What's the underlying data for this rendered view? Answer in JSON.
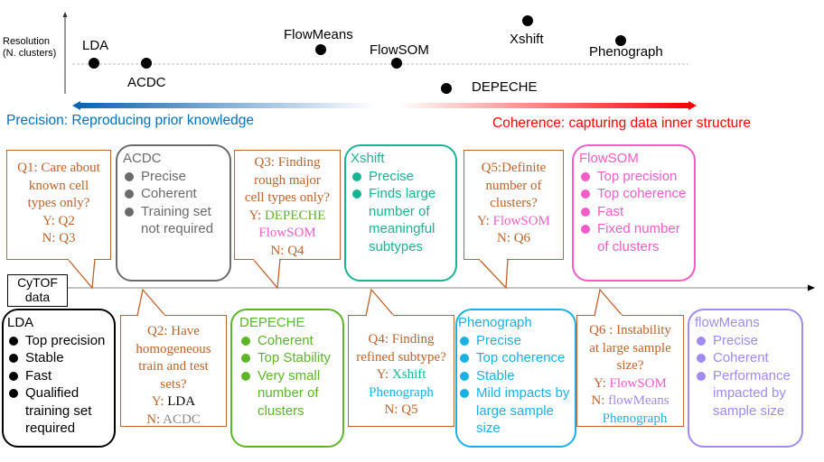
{
  "top_chart": {
    "y_axis_label": [
      "Resolution",
      "(N. clusters)"
    ],
    "methods": [
      {
        "name": "LDA",
        "resolution": "baseline"
      },
      {
        "name": "ACDC",
        "resolution": "baseline"
      },
      {
        "name": "FlowMeans",
        "resolution": "above baseline"
      },
      {
        "name": "FlowSOM",
        "resolution": "baseline"
      },
      {
        "name": "DEPECHE",
        "resolution": "below baseline"
      },
      {
        "name": "Xshift",
        "resolution": "highest"
      },
      {
        "name": "Phenograph",
        "resolution": "above baseline"
      }
    ],
    "precision_arrow_label": "Precision: Reproducing prior knowledge",
    "coherence_arrow_label": "Coherence: capturing data inner structure",
    "colors": {
      "precision": "#0070c0",
      "coherence": "#ff0000"
    }
  },
  "timeline": {
    "start_label": [
      "CyTOF",
      "data"
    ]
  },
  "questions": {
    "q1": {
      "lines": [
        "Q1: Care about",
        "known cell",
        "types only?",
        "Y: Q2",
        "N: Q3"
      ]
    },
    "q2": {
      "lines": [
        "Q2: Have",
        "homogeneous",
        "train and test",
        "sets?"
      ],
      "yes_prefix": "Y: ",
      "yes": "LDA",
      "no_prefix": "N: ",
      "no": "ACDC"
    },
    "q3": {
      "lines": [
        "Q3: Finding",
        "rough major",
        "cell types only?"
      ],
      "yes_prefix": "Y: ",
      "yes": [
        "DEPECHE",
        "FlowSOM"
      ],
      "no": "N: Q4"
    },
    "q4": {
      "lines": [
        "Q4: Finding",
        "refined subtype?"
      ],
      "yes_prefix": "Y: ",
      "yes": [
        "Xshift",
        "Phenograph"
      ],
      "no": "N: Q5"
    },
    "q5": {
      "lines": [
        "Q5:Definite",
        "number of",
        "clusters?"
      ],
      "yes_prefix": "Y: ",
      "yes": "FlowSOM",
      "no": "N: Q6"
    },
    "q6": {
      "lines": [
        "Q6 : Instability",
        "at large sample",
        "size?"
      ],
      "yes_prefix": "Y: ",
      "yes": "FlowSOM",
      "no_prefix": "N: ",
      "no": [
        "flowMeans",
        "Phenograph"
      ]
    }
  },
  "methods": {
    "acdc": {
      "title": "ACDC",
      "color": "#6b6b6b",
      "items": [
        "Precise",
        "Coherent",
        "Training set not required"
      ]
    },
    "xshift": {
      "title": "Xshift",
      "color": "#1ab394",
      "items": [
        "Precise",
        "Finds large number of meaningful subtypes"
      ]
    },
    "flowsom": {
      "title": "FlowSOM",
      "color": "#f25dc9",
      "items": [
        "Top precision",
        "Top coherence",
        "Fast",
        "Fixed number of clusters"
      ]
    },
    "lda": {
      "title": "LDA",
      "color": "#000000",
      "items": [
        "Top precision",
        "Stable",
        "Fast",
        "Qualified training set required"
      ]
    },
    "depeche": {
      "title": "DEPECHE",
      "color": "#5db52a",
      "items": [
        "Coherent",
        "Top Stability",
        "Very small number of clusters"
      ]
    },
    "phenograph": {
      "title": "Phenograph",
      "color": "#1ab0e6",
      "items": [
        "Precise",
        "Top coherence",
        "Stable",
        "Mild impacts by large sample size"
      ]
    },
    "flowmeans": {
      "title": "flowMeans",
      "color": "#a18af0",
      "items": [
        "Precise",
        "Coherent",
        "Performance impacted by sample size"
      ]
    }
  },
  "colors": {
    "question": "#c0622a",
    "timeline": "#a0a0a0"
  }
}
